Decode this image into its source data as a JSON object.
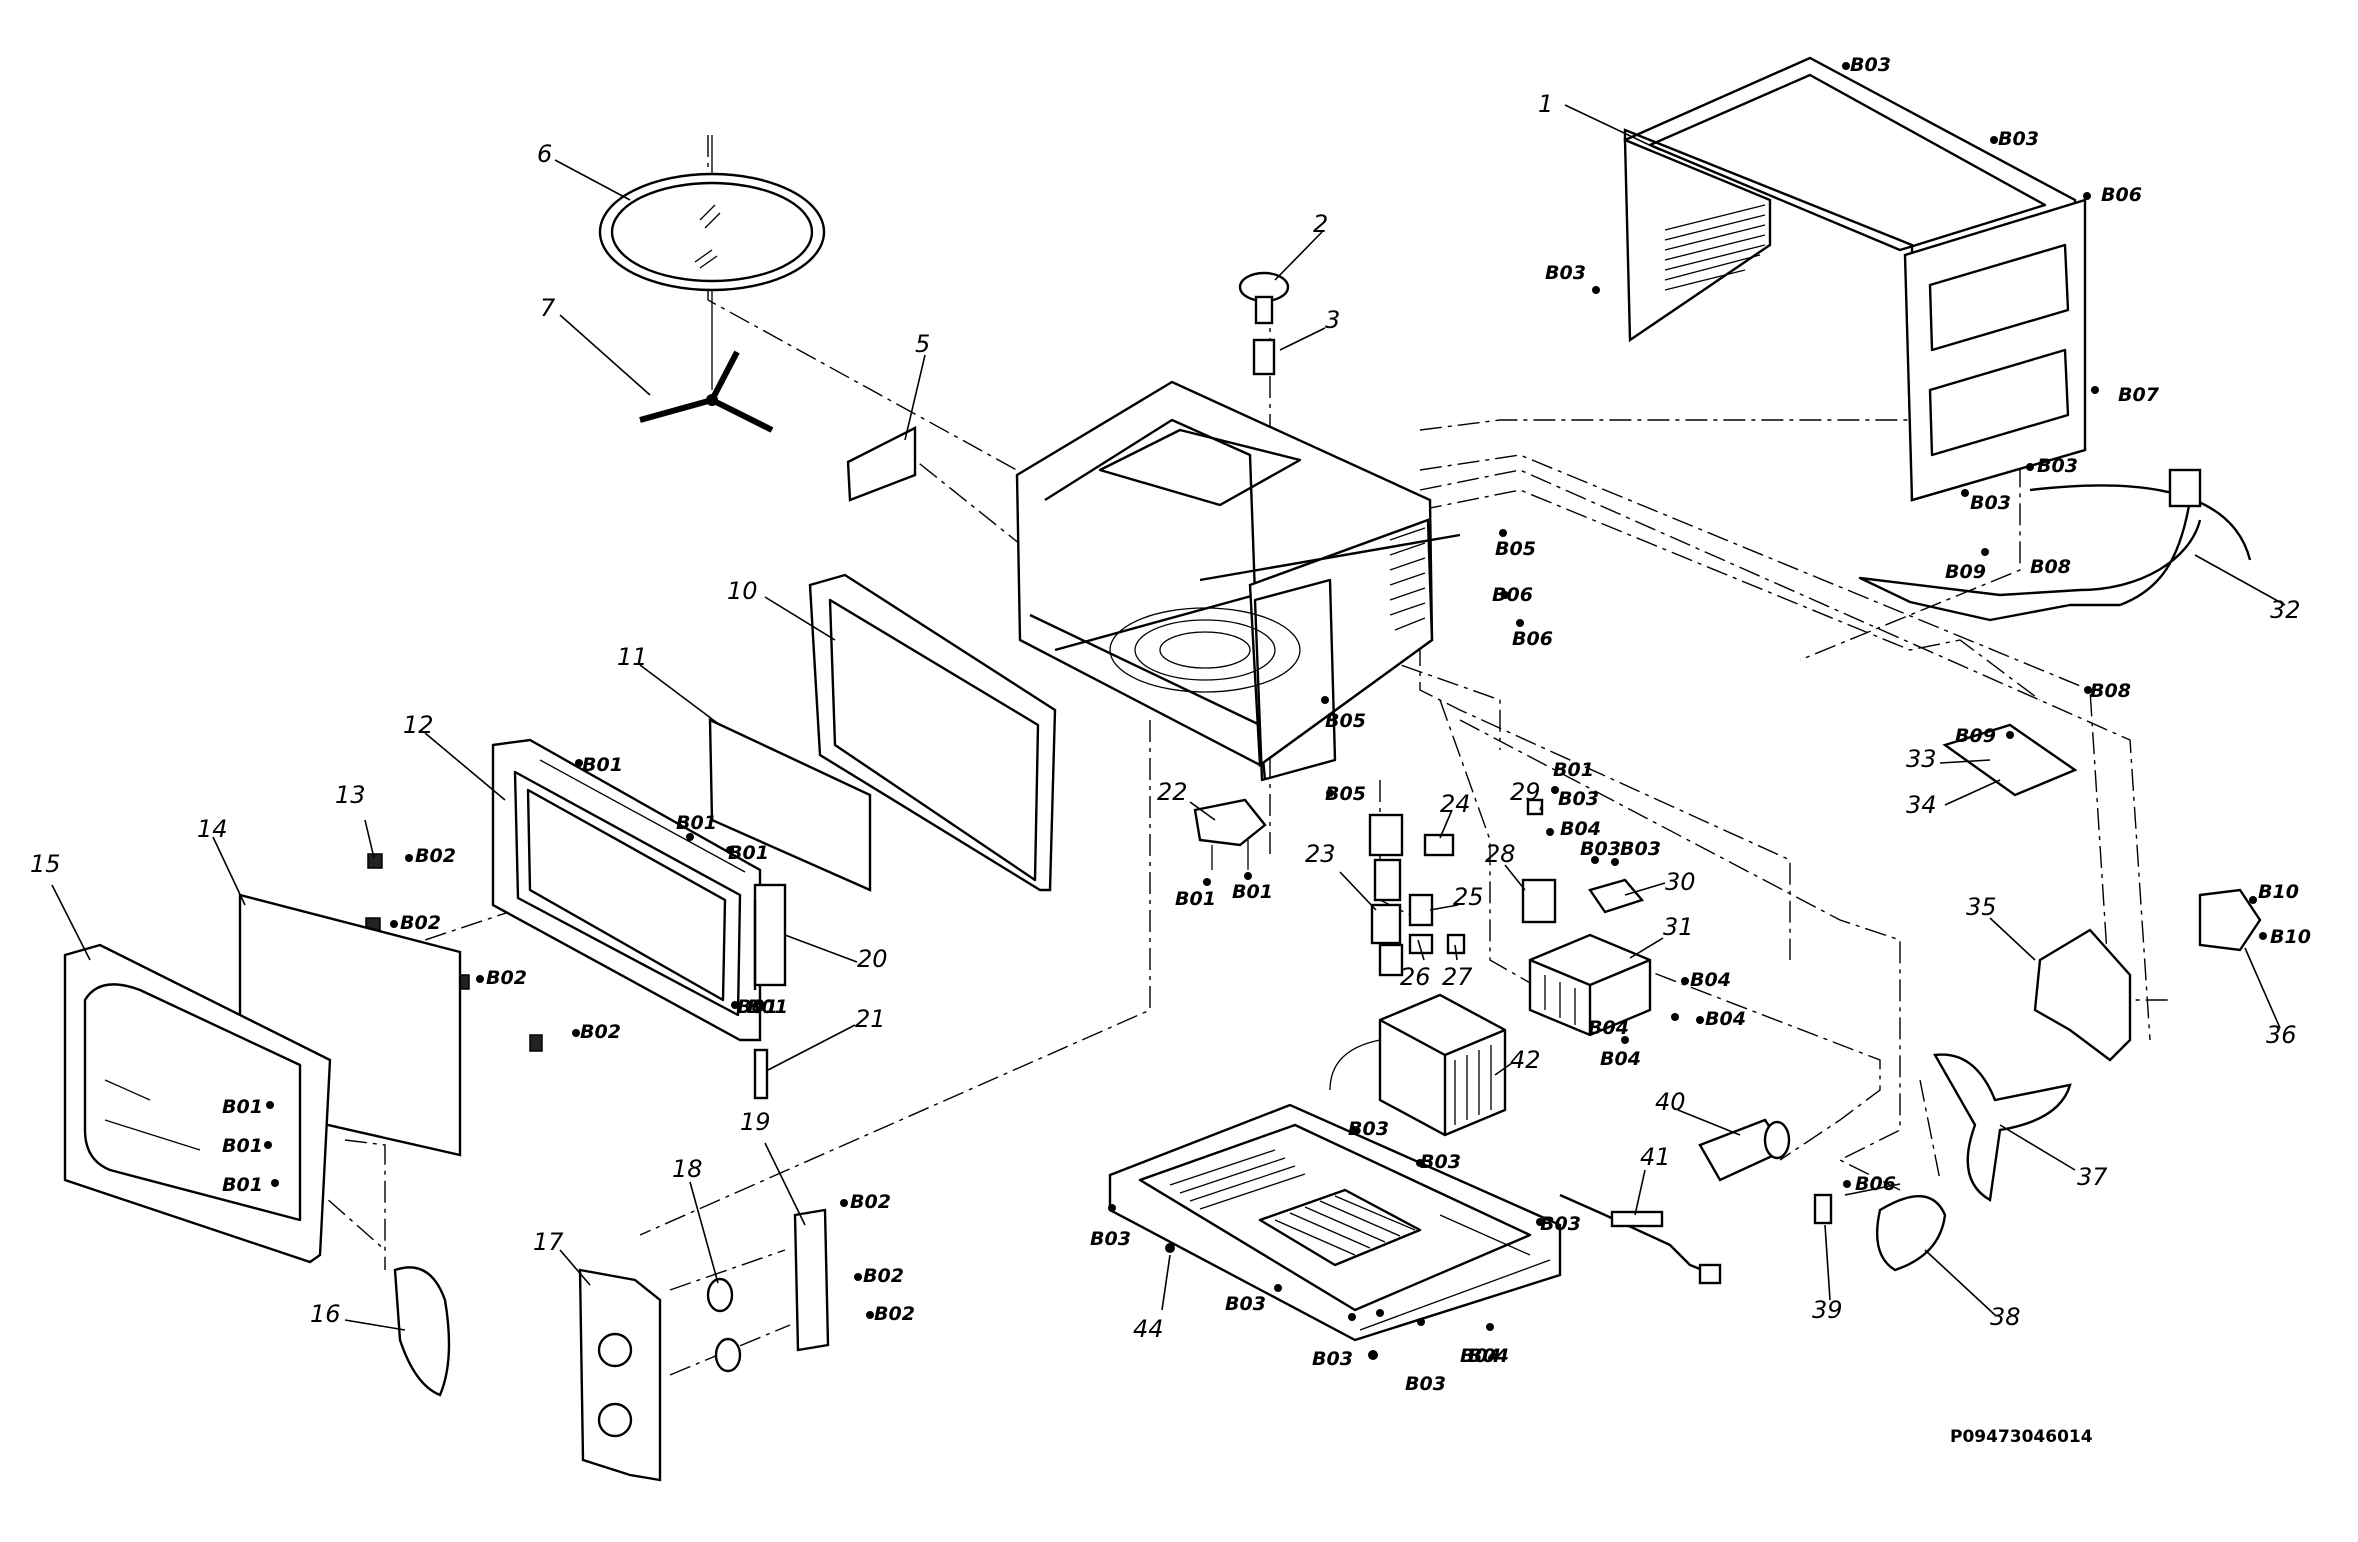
{
  "diagram": {
    "drawing_code": "P09473046014",
    "part_labels": [
      "1",
      "2",
      "3",
      "5",
      "6",
      "7",
      "10",
      "11",
      "12",
      "13",
      "14",
      "15",
      "16",
      "17",
      "18",
      "19",
      "20",
      "21",
      "22",
      "23",
      "24",
      "25",
      "26",
      "27",
      "28",
      "29",
      "30",
      "31",
      "32",
      "33",
      "34",
      "35",
      "36",
      "37",
      "38",
      "39",
      "40",
      "41",
      "42",
      "44"
    ],
    "fastener_labels": [
      "B01",
      "B01",
      "B01",
      "B01",
      "B01",
      "B01",
      "B01",
      "B01",
      "B01",
      "B01",
      "B01",
      "B02",
      "B02",
      "B02",
      "B02",
      "B02",
      "B02",
      "B02",
      "B03",
      "B03",
      "B03",
      "B03",
      "B03",
      "B03",
      "B03",
      "B03",
      "B03",
      "B03",
      "B03",
      "B03",
      "B03",
      "B03",
      "B03",
      "B04",
      "B04",
      "B04",
      "B04",
      "B04",
      "B04",
      "B04",
      "B05",
      "B05",
      "B05",
      "B06",
      "B06",
      "B06",
      "B06",
      "B07",
      "B08",
      "B08",
      "B09",
      "B09",
      "B10",
      "B10"
    ]
  }
}
